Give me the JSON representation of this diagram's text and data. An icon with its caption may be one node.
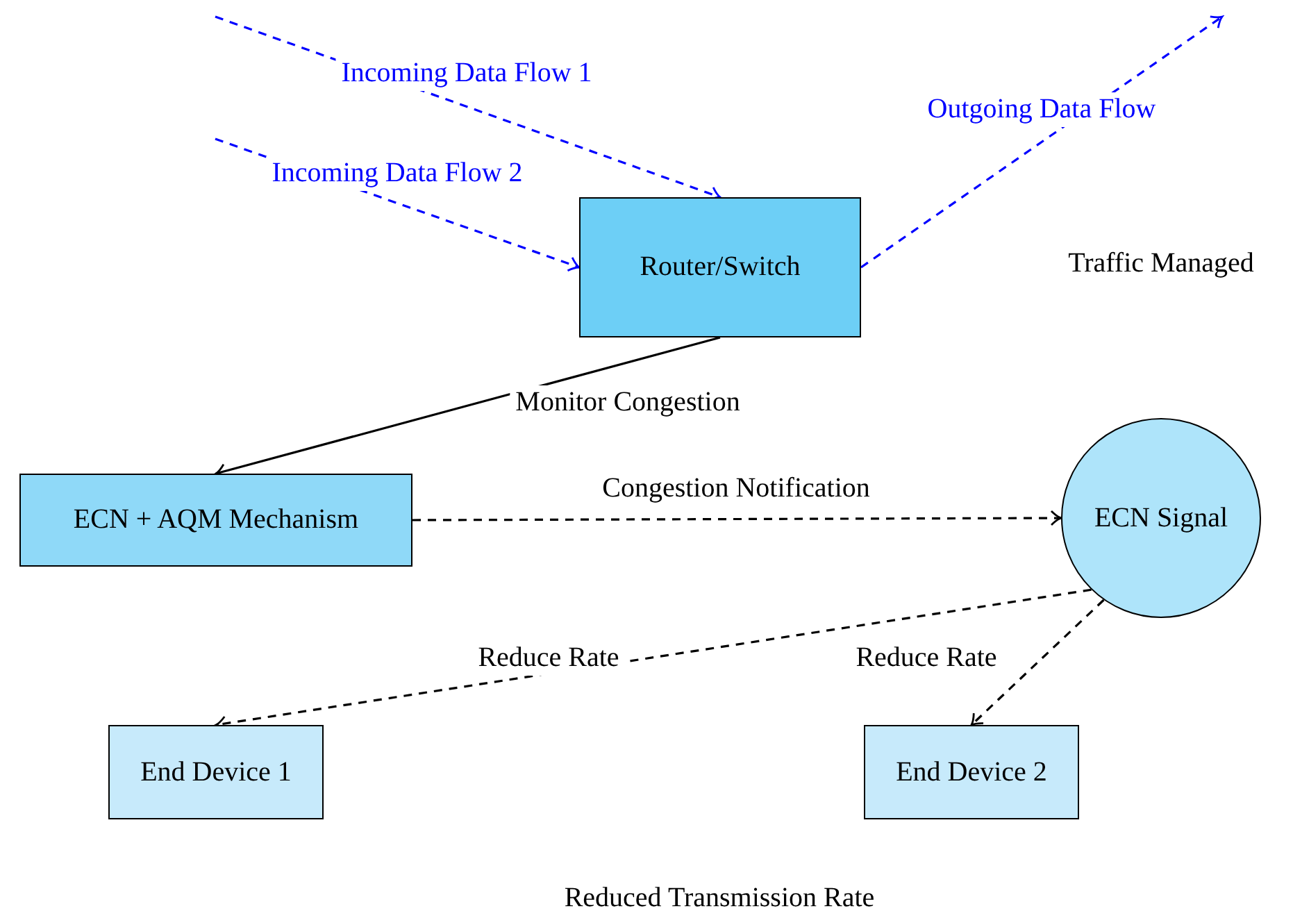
{
  "diagram": {
    "nodes": [
      {
        "text": [
          "Router/Switch"
        ]
      },
      {
        "text": [
          "ECN + AQM Mechanism"
        ]
      },
      {
        "text": [
          "ECN Signal"
        ]
      },
      {
        "text": [
          "End Device 1"
        ]
      },
      {
        "text": [
          "End Device 2"
        ]
      }
    ],
    "edges": [
      {
        "from": null,
        "to": 0,
        "arrow": "to",
        "label": "Incoming Data Flow 1",
        "style": "dashed",
        "color": "#0000ff"
      },
      {
        "from": null,
        "to": 0,
        "arrow": "to",
        "label": "Incoming Data Flow 2",
        "style": "dashed",
        "color": "#0000ff"
      },
      {
        "from": 0,
        "to": null,
        "arrow": "to",
        "label": "Outgoing Data Flow",
        "style": "dashed",
        "color": "#0000ff"
      },
      {
        "from": 0,
        "to": 1,
        "arrow": "to",
        "label": "Monitor Congestion"
      },
      {
        "from": 1,
        "to": 2,
        "arrow": "to",
        "label": "Congestion Notification",
        "style": "dashed"
      },
      {
        "from": 2,
        "to": 3,
        "arrow": "to",
        "label": "Reduce Rate",
        "style": "dashed"
      },
      {
        "from": 2,
        "to": 4,
        "arrow": "to",
        "label": "Reduce Rate",
        "style": "dashed"
      }
    ],
    "labels": [
      "Traffic Managed",
      "Reduced Transmission Rate"
    ]
  }
}
